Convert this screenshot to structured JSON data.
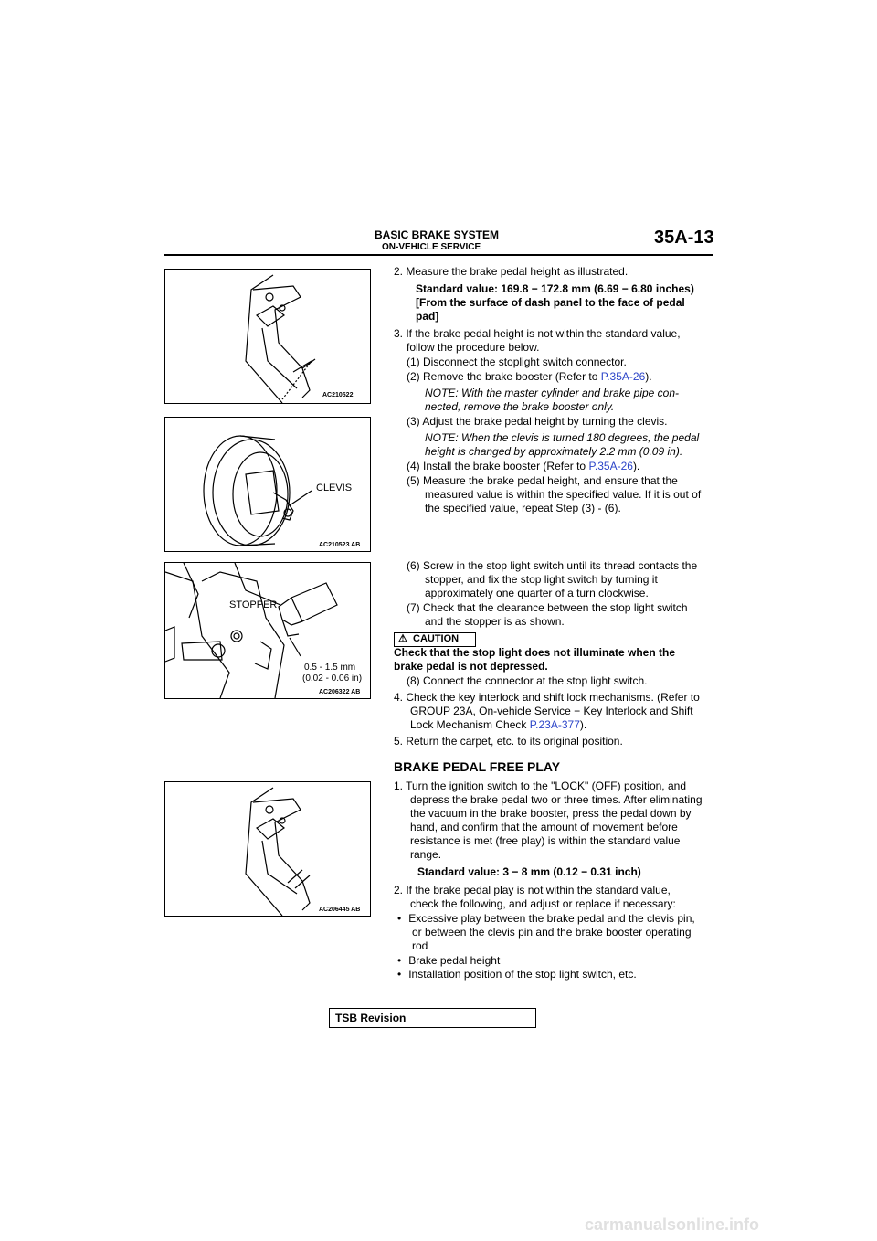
{
  "header": {
    "section_title": "BASIC BRAKE SYSTEM",
    "subsection_title": "ON-VEHICLE SERVICE",
    "page_number": "35A-13"
  },
  "figures": {
    "fig1_id": "AC210522",
    "fig2_id": "AC210523 AB",
    "fig2_label_clevis": "CLEVIS",
    "fig3_id": "AC206322 AB",
    "fig3_label_stopper": "STOPPER",
    "fig3_clearance_mm": "0.5 - 1.5 mm",
    "fig3_clearance_in": "(0.02 - 0.06 in)",
    "fig4_id": "AC206445 AB"
  },
  "steps": {
    "s2": "2.  Measure the brake pedal height as illustrated.",
    "s2_std1": "Standard value: 169.8 − 172.8 mm (6.69 − 6.80 inches)",
    "s2_std2": "[From the surface of dash panel to the face of pedal",
    "s2_std3": "pad]",
    "s3a": "3.  If the brake pedal height is not within the standard value,",
    "s3b": "follow the procedure below.",
    "s3_1": "(1)  Disconnect the stoplight switch connector.",
    "s3_2": "(2)  Remove the brake booster (Refer to ",
    "s3_2_link": "P.35A-26",
    "s3_2_end": ").",
    "note1a": "NOTE: With the master cylinder and brake pipe con-",
    "note1b": "nected, remove the brake booster only.",
    "s3_3": "(3)  Adjust the brake pedal height by turning the clevis.",
    "note2a": "NOTE: When the clevis is turned 180 degrees, the pedal",
    "note2b": "height is changed by approximately 2.2 mm (0.09 in).",
    "s3_4": "(4)  Install the brake booster (Refer to ",
    "s3_4_link": "P.35A-26",
    "s3_4_end": ").",
    "s3_5a": "(5)  Measure the brake pedal height, and ensure that the",
    "s3_5b": "measured value is within the specified value. If it is out of",
    "s3_5c": "the specified value, repeat Step (3) - (6).",
    "s3_6a": "(6)  Screw in the stop light switch until its thread contacts the",
    "s3_6b": "stopper, and fix the stop light switch by turning it",
    "s3_6c": "approximately one quarter of a turn clockwise.",
    "s3_7a": "(7)  Check that the clearance between the stop light switch",
    "s3_7b": "and the stopper is as shown.",
    "caution_label": "CAUTION",
    "caution1": "Check that the stop light does not illuminate when the",
    "caution2": "brake pedal is not depressed.",
    "s3_8": "(8)  Connect the connector at the stop light switch.",
    "s4a": "4.  Check the key interlock and shift lock mechanisms. (Refer to",
    "s4b": "GROUP 23A, On-vehicle Service − Key Interlock and Shift",
    "s4c": "Lock Mechanism Check ",
    "s4_link": "P.23A-377",
    "s4_end": ").",
    "s5": "5.  Return the carpet, etc. to its original position."
  },
  "free_play": {
    "title": "BRAKE PEDAL FREE PLAY",
    "f1a": "1.  Turn the ignition switch to the \"LOCK\" (OFF) position, and",
    "f1b": "depress the brake pedal two or three times. After eliminating",
    "f1c": "the vacuum in the brake booster, press the pedal down by",
    "f1d": "hand, and confirm that the amount of movement before",
    "f1e": "resistance is met (free play) is within the standard value",
    "f1f": "range.",
    "f1_std": "Standard value: 3 − 8 mm (0.12 − 0.31 inch)",
    "f2a": "2.  If the brake pedal play is not within the standard value,",
    "f2b": "check the following, and adjust or replace if necessary:",
    "b1a": "Excessive play between the brake pedal and the clevis pin,",
    "b1b": "or between the clevis pin and the brake booster operating",
    "b1c": "rod",
    "b2": "Brake pedal height",
    "b3": "Installation position of the stop light switch, etc."
  },
  "footer": {
    "tsb": "TSB Revision",
    "watermark": "carmanualsonline.info"
  }
}
